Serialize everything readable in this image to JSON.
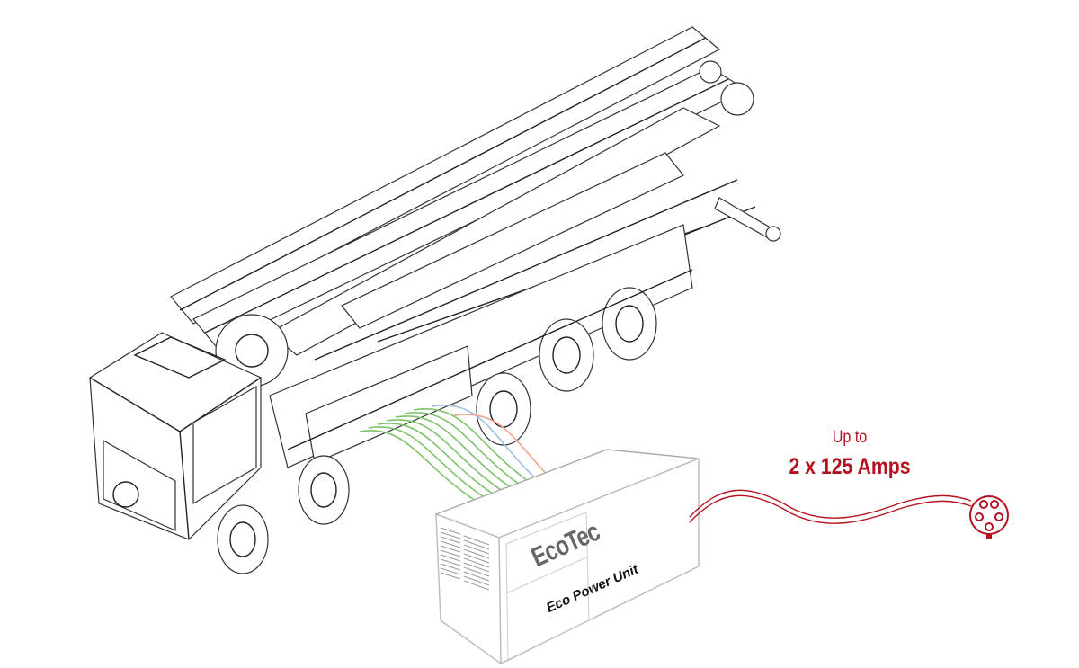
{
  "power_unit": {
    "brand": "EcoTec",
    "name": "Eco Power Unit"
  },
  "output": {
    "prefix": "Up to",
    "rating": "2 x 125 Amps"
  },
  "colors": {
    "accent": "#b3121f",
    "green_cables": "#7cc36a",
    "blue_cable": "#9fbfe6",
    "orange_cable": "#f2a48a"
  },
  "icons": {
    "truck": "concrete-pump-truck",
    "plug": "power-socket-icon"
  }
}
